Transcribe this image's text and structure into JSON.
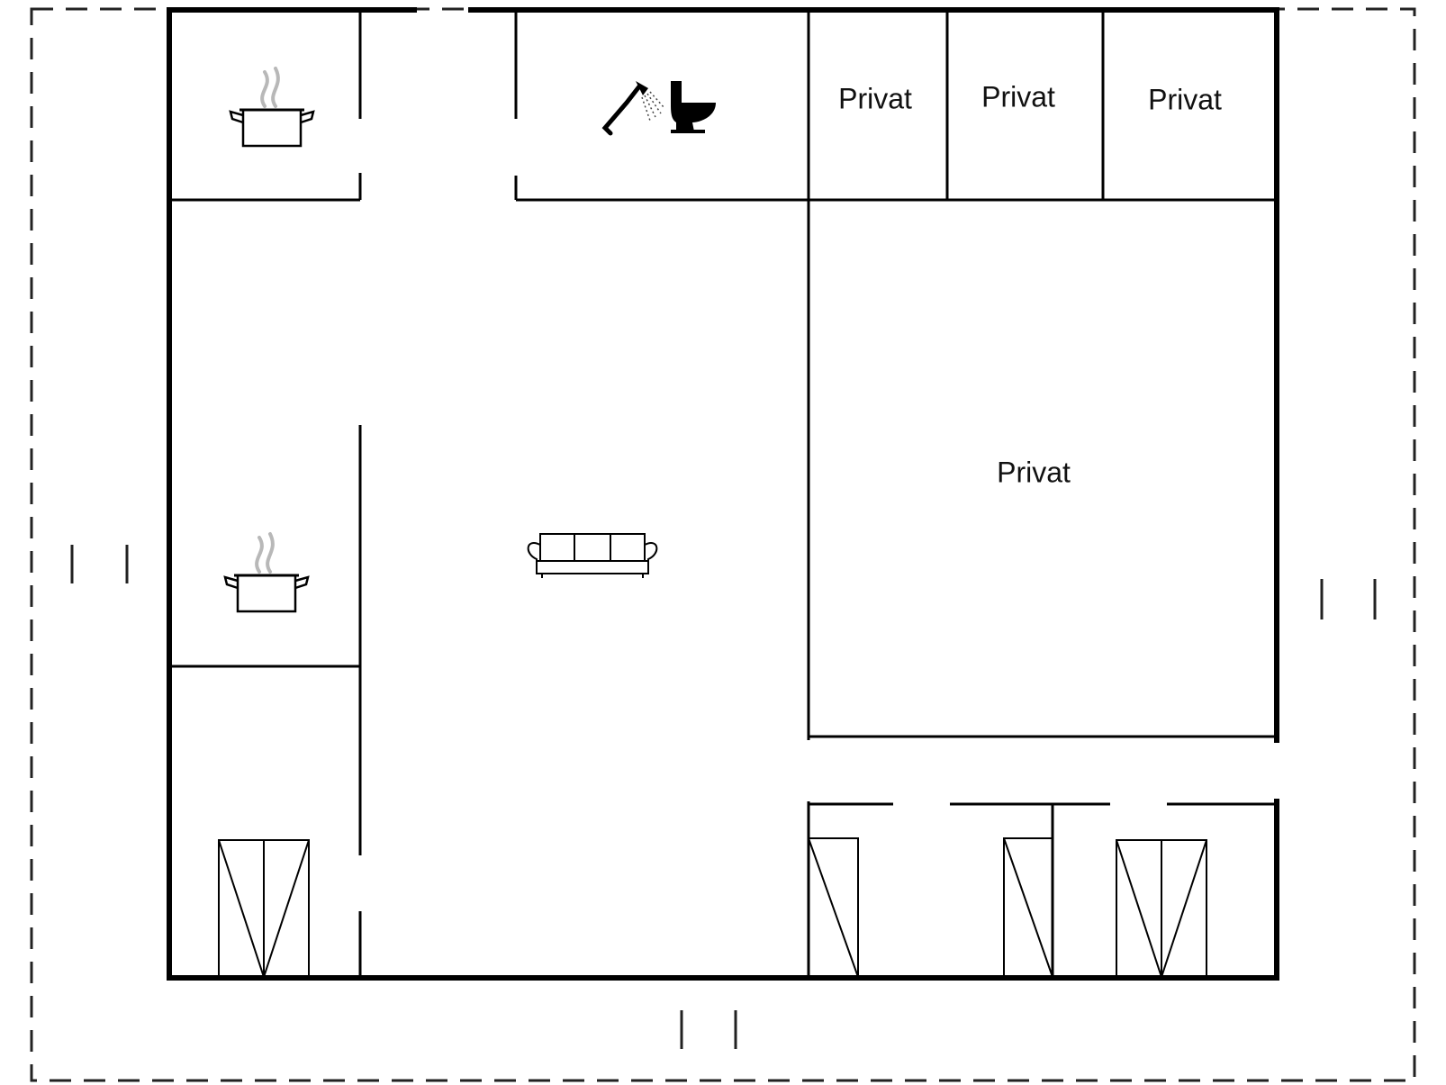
{
  "rooms": {
    "private_1": "Privat",
    "private_2": "Privat",
    "private_3": "Privat",
    "private_large": "Privat"
  },
  "icons": {
    "kitchen_top": "cooking-pot-icon",
    "kitchen_middle": "cooking-pot-icon",
    "bathroom_shower": "shower-icon",
    "bathroom_toilet": "toilet-icon",
    "living_room": "sofa-icon",
    "door_left": "double-door-icon",
    "door_right_1": "single-door-icon",
    "door_right_2": "single-door-icon",
    "door_right_3": "double-door-icon"
  },
  "colors": {
    "wall": "#000000",
    "boundary": "#222222",
    "steam": "#b8b8b8"
  }
}
